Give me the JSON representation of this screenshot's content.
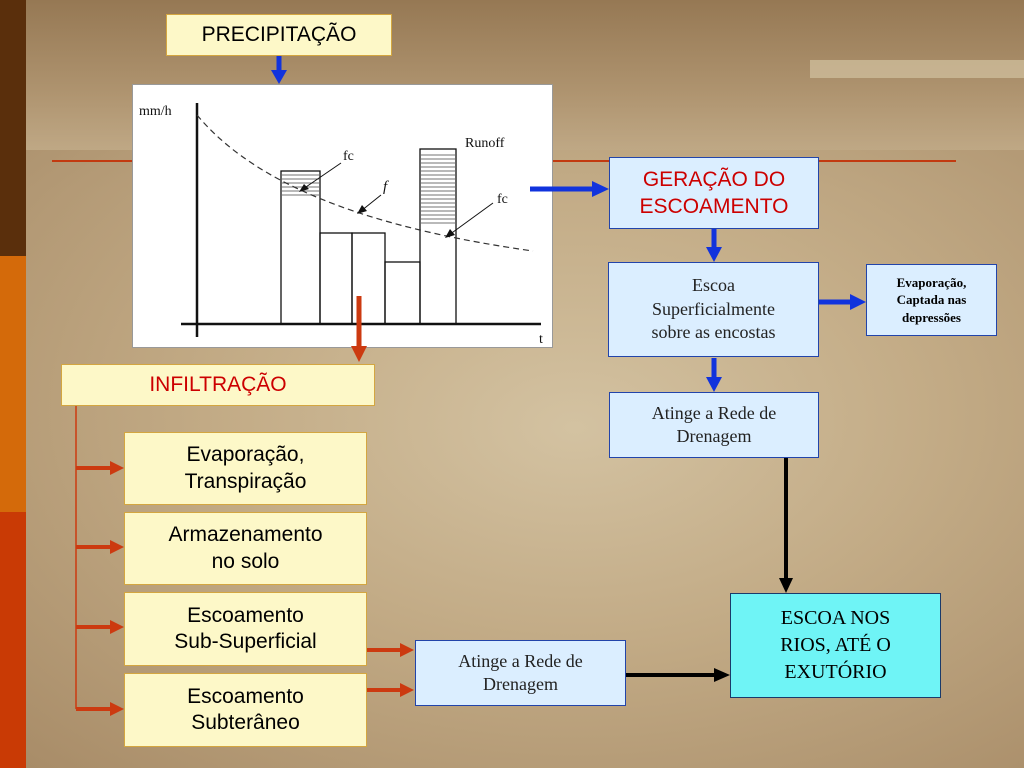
{
  "boxes": {
    "precipitacao": "PRECIPITAÇÃO",
    "infiltracao": "INFILTRAÇÃO",
    "geracao_escoamento": [
      "GERAÇÃO DO",
      "ESCOAMENTO"
    ],
    "escoa_superficialmente": [
      "Escoa",
      "Superficialmente",
      "sobre as encostas"
    ],
    "evaporacao_depressoes": [
      "Evaporação,",
      "Captada nas",
      "depressões"
    ],
    "atinge_rede_top": [
      "Atinge a Rede de",
      "Drenagem"
    ],
    "atinge_rede_bottom": [
      "Atinge a Rede de",
      "Drenagem"
    ],
    "escoa_rios": [
      "ESCOA NOS",
      "RIOS, ATÉ O",
      "EXUTÓRIO"
    ],
    "evap_transp": [
      "Evaporação,",
      "Transpiração"
    ],
    "armazenamento": [
      "Armazenamento",
      "no solo"
    ],
    "escoamento_subsuperficial": [
      "Escoamento",
      "Sub-Superficial"
    ],
    "escoamento_subterraneo": [
      "Escoamento",
      "Subterâneo"
    ]
  },
  "plot": {
    "y_label": "mm/h",
    "x_label": "t",
    "label_fc_1": "fc",
    "label_f": "f",
    "label_runoff": "Runoff",
    "label_fc_2": "fc"
  },
  "colors": {
    "red_text": "#cc0000",
    "blue_arrow": "#1133dd",
    "red_arrow": "#cc3a10",
    "yellow_box": "#fdf8c8",
    "light_blue_box": "#dbeeff",
    "cyan_box": "#6ff4f6"
  }
}
